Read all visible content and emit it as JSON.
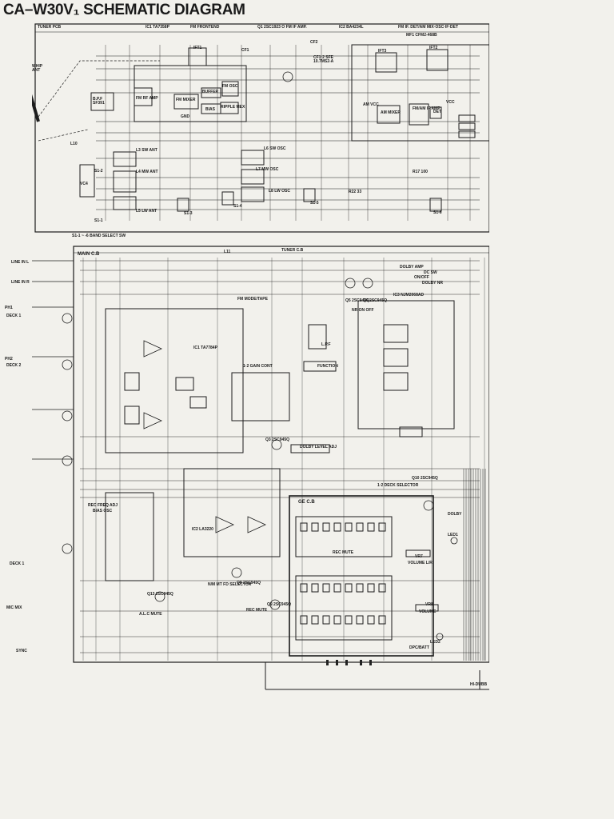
{
  "title": "CA–W30V₁ SCHEMATIC DIAGRAM",
  "tuner": {
    "section": "TUNER PCB",
    "ic1": "IC1  TA7358P",
    "fm_frontend": "FM FRONTEND",
    "q1": "Q1  2SC1923  O  FM IF AMP.",
    "ic2": "IC2  BA4234L",
    "ic2_func": "FM IF. DET/AM  MIX·OSC·IF·DET",
    "mf1": "MF1  CFM2-468B",
    "whip": "WHIP ANT",
    "ift1": "IFT1",
    "ift2": "IFT2",
    "ift3": "IFT3",
    "cf1": "CF1",
    "cf2": "CF2",
    "cf12": "CF1·2 SFE 10.7MS2-A",
    "bpf": "B.P.F SF391",
    "rfamp": "FM RF AMP",
    "fmmixer": "FM MIXER",
    "buffer": "BUFFER",
    "fmosc": "FM OSC",
    "bias": "BIAS",
    "ripple": "RIPPLE MEX",
    "gnd": "GND",
    "am_vcc": "AM VCC",
    "am_mixer": "AM MIXER",
    "fm_am_if": "FM/AM IF AMP",
    "det": "DET",
    "vcc": "VCC",
    "l3": "L3  SW  ANT",
    "l4": "L4  MW  ANT",
    "l5": "L5  LW  ANT",
    "l6": "L6  SW  OSC",
    "l7": "L7  MW  OSC",
    "l8": "L8  LW  OSC",
    "l10": "L10",
    "s12": "S1-2",
    "s11": "S1-1",
    "s13": "S1-3",
    "s14": "S1-4",
    "s15": "S1-5",
    "s16": "S1-6",
    "band": "S1-1 ~ -6     BAND SELECT SW",
    "vc4": "VC4",
    "r17": "R17 100",
    "r22": "R22 33"
  },
  "main": {
    "section": "MAIN C.B",
    "tuner_cb": "TUNER C.B",
    "l11": "L11",
    "line_in_l": "LINE IN L",
    "line_in_r": "LINE IN R",
    "ph1": "PH1",
    "ph2": "PH2",
    "deck1": "DECK 1",
    "deck2": "DECK 2",
    "fm_mode": "FM MODE/TAPE",
    "ic1": "IC1  TA7784P",
    "ic2": "IC2  LA3220",
    "ic3": "IC3 NJM2068AD",
    "dolby_amp": "DOLBY AMP",
    "dc_sw": "DC SW",
    "dolby_nr": "DOLBY NR",
    "on_off": "ON/OFF",
    "q5": "Q5  2SC945Q",
    "q6": "Q6  2SC945Q",
    "q3": "Q3  2SC945Q",
    "nr_on_off": "NR ON OFF",
    "gain_cont": "1·2 GAIN CONT",
    "lpf": "L.P.F",
    "function": "FUNCTION",
    "dolby_level": "DOLBY LEVEL ADJ",
    "rec_freq": "REC FREQ ADJ",
    "bias_osc": "BIAS OSC",
    "deck_sel": "1·2 DECK SELECTOR",
    "q10": "Q10  2SC945Q",
    "nm_mt": "N/M MT   FD SELECTOR",
    "mic_mix": "MIC MIX",
    "alc": "A.L.C MUTE",
    "rec_mute": "REC MUTE",
    "sync": "SYNC",
    "hi_dub": "HI-DUBB",
    "deck1b": "DECK 1",
    "q13": "Q13  2SC945Q",
    "q8": "Q8  2SC945Q",
    "q9": "Q9  2SC945Q"
  },
  "ge": {
    "section": "GE C.B",
    "rec_mute": "REC MUTE",
    "vr7": "VR7",
    "volume": "VOLUME L/R",
    "vr8": "VR8",
    "led1": "LED1",
    "led2": "LED2",
    "dolby": "DOLBY",
    "dpc_batt": "DPC/BATT",
    "vol_lr": "VOLUME"
  }
}
